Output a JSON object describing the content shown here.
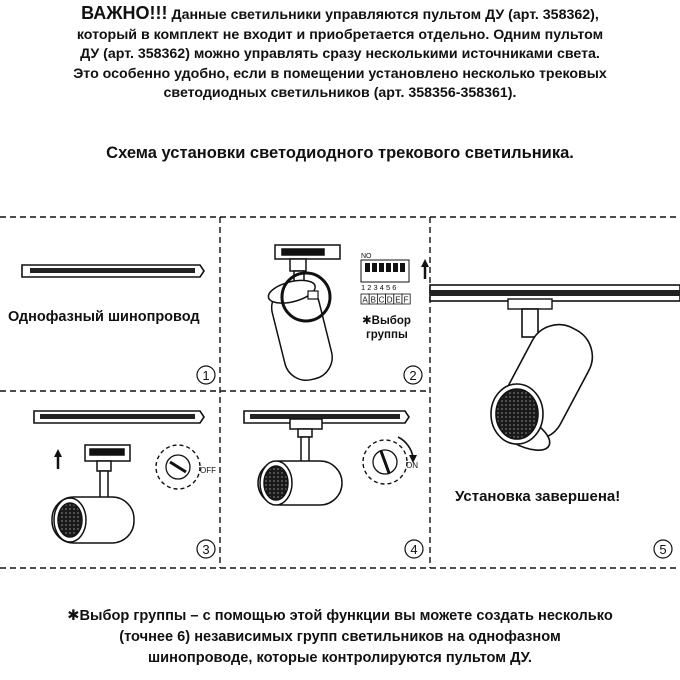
{
  "intro": {
    "important": "ВАЖНО!!!",
    "line1": "Данные светильники управляются пультом ДУ (арт. 358362),",
    "line2": "который в комплект не входит и приобретается отдельно. Одним пультом",
    "line3": "ДУ (арт. 358362) можно управлять сразу несколькими источниками света.",
    "line4": "Это особенно удобно, если в помещении установлено несколько трековых",
    "line5": "светодиодных светильников (арт. 358356-358361)."
  },
  "scheme_title": "Схема установки светодиодного трекового светильника.",
  "panels": {
    "step1": {
      "label": "Однофазный шинопровод",
      "number": "1"
    },
    "step2": {
      "number": "2",
      "dip_on": "NO",
      "dip_numbers": "1 2 3 4 5 6",
      "group_letters": [
        "A",
        "B",
        "C",
        "D",
        "E",
        "F"
      ],
      "group_label_line1": "Выбор",
      "group_label_line2": "группы"
    },
    "step3": {
      "number": "3",
      "switch_state": "OFF"
    },
    "step4": {
      "number": "4",
      "switch_state": "ON"
    },
    "step5": {
      "number": "5",
      "label": "Установка завершена!"
    }
  },
  "footnote": {
    "line1": "Выбор группы – с помощью этой функции вы  можете создать несколько",
    "line2": "(точнее 6) независимых групп светильников на однофазном",
    "line3": "шинопроводе, которые контролируются пультом ДУ."
  }
}
